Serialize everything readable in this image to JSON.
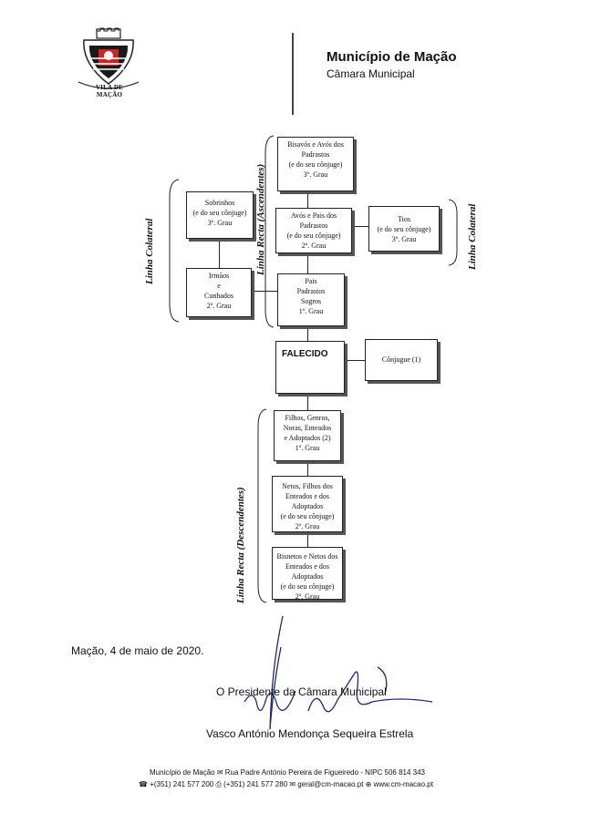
{
  "header": {
    "crest_caption": "VILA DE MAÇÃO",
    "municipality": "Município de Mação",
    "subtitle": "Câmara Municipal"
  },
  "diagram": {
    "labels": {
      "left_collateral": "Linha Colateral",
      "ascendants": "Linha Recta (Ascendentes)",
      "right_collateral": "Linha Colateral",
      "descendants": "Linha Recta (Descendentes)"
    },
    "boxes": {
      "bisavos": {
        "text": "Bisavós e Avós dos\nPadrastos\n(e do seu cônjuge)",
        "grade": "3º. Grau"
      },
      "sobrinhos": {
        "text": "Sobrinhos\n(e do seu cônjuge)",
        "grade": "3º. Grau"
      },
      "avos": {
        "text": "Avós e Pais dos\nPadrastos\n(e do seu cônjuge)",
        "grade": "2º. Grau"
      },
      "tios": {
        "text": "Tios\n(e do seu cônjuge)",
        "grade": "3º. Grau"
      },
      "irmaos": {
        "text": "Irmãos\ne\nCunhados",
        "grade": "2º. Grau"
      },
      "pais": {
        "text": "Pais\nPadrastos\nSogros",
        "grade": "1º. Grau"
      },
      "falecido": {
        "text": "FALECIDO"
      },
      "conjuge": {
        "text": "Cônjugue (1)"
      },
      "filhos": {
        "text": "Filhos, Genros,\nNoras, Enteados\ne Adoptados (2)",
        "grade": "1º. Grau"
      },
      "netos": {
        "text": "Netos, Filhos dos\nEnteados e dos Adoptados\n(e do seu cônjuge)",
        "grade": "2º. Grau"
      },
      "bisnetos": {
        "text": "Bisnetos e Netos dos\nEnteados e dos Adoptados\n(e do seu cônjuge)",
        "grade": "2º. Grau"
      }
    }
  },
  "closing": {
    "date": "Mação, 4 de maio de 2020.",
    "president_title": "O Presidente da Câmara Municipal",
    "president_name": "Vasco António Mendonça Sequeira Estrela"
  },
  "footer": {
    "line1": "Município de Mação ✉ Rua Padre António Pereira de Figueiredo - NIPC 506 814 343",
    "line2": "☎ +(351) 241 577 200 ⎙ (+351) 241 577 280 ✉ geral@cm-macao.pt ⊕ www.cm-macao.pt"
  },
  "icons": {
    "crest": "municipal-coat-of-arms",
    "signature": "handwritten-signature"
  }
}
